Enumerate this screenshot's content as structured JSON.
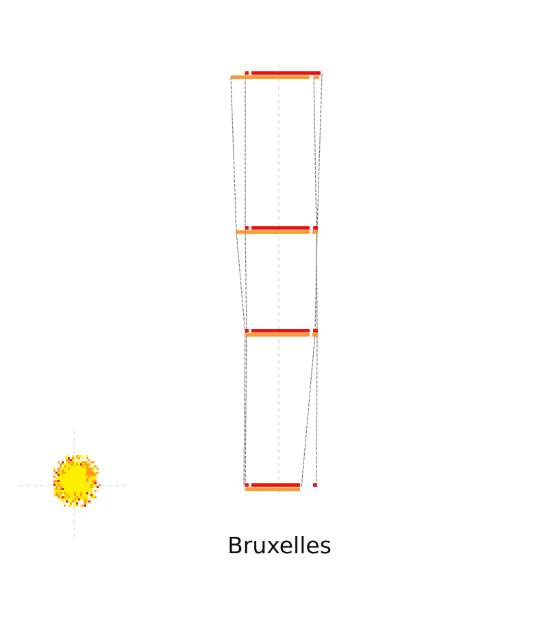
{
  "caption": "Bruxelles",
  "colors": {
    "floor_red": "#ee1111",
    "floor_orange": "#ff9933",
    "outline": "#808080",
    "axis": "#cccccc",
    "blob_yellow": "#ffee00",
    "blob_orange": "#ff9922",
    "blob_red": "#dd1111"
  },
  "levels": [
    {
      "name": "level-top"
    },
    {
      "name": "level-upper"
    },
    {
      "name": "level-middle"
    },
    {
      "name": "level-base"
    }
  ]
}
